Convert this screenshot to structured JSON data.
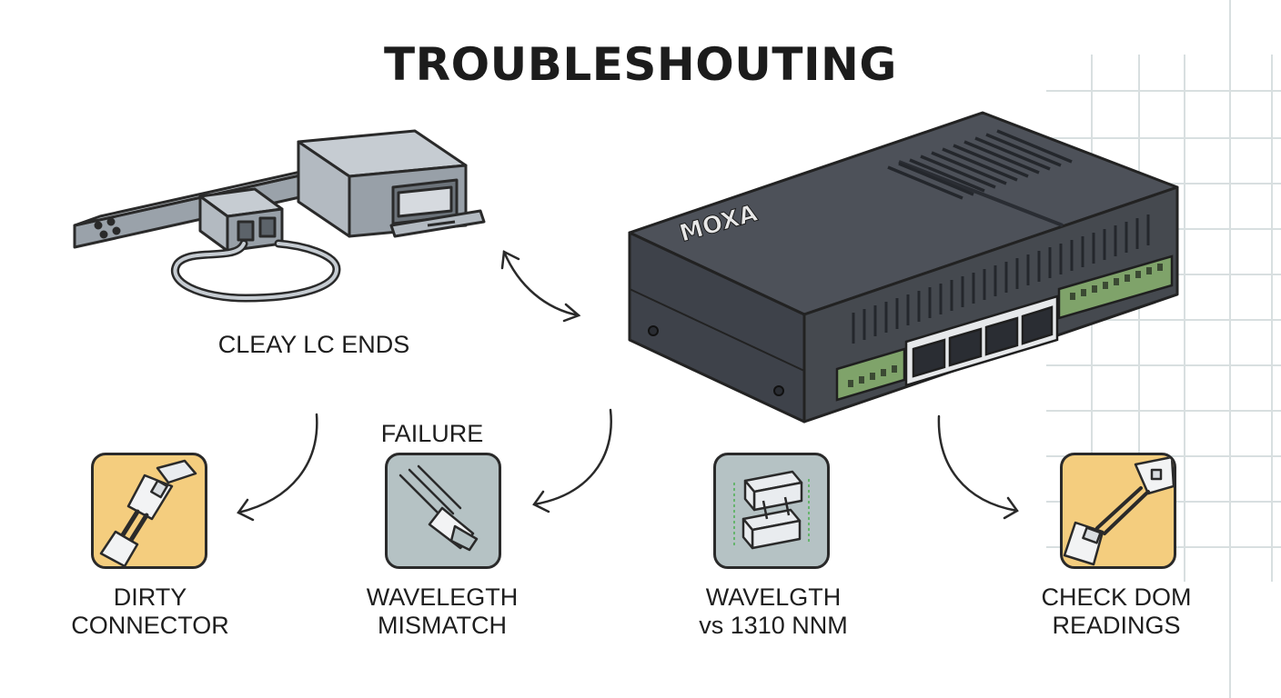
{
  "title": "TROUBLESHOUTING",
  "device": {
    "brand": "MOXA"
  },
  "labels": {
    "lc_ends": "CLEAY LC ENDS",
    "failure": "FAILURE",
    "dirty_line1": "DIRTY",
    "dirty_line2": "CONNECTOR",
    "mismatch_line1": "WAVELEGTH",
    "mismatch_line2": "MISMATCH",
    "wavelength_line1": "WAVELGTH",
    "wavelength_line2": "vs 1310 NNM",
    "dom_line1": "CHECK DOM",
    "dom_line2": "READINGS"
  },
  "colors": {
    "device_body": "#4d5159",
    "device_dark": "#3a3e45",
    "terminal_green": "#7fa36a",
    "tile_yellow": "#f4cd7e",
    "tile_gray": "#b5c2c4",
    "line": "#2a2a2a",
    "grid": "#d8dfe0"
  },
  "icons": {
    "connector": "fiber-connector-icon",
    "switch": "industrial-switch-icon",
    "dirty": "dirty-connector-icon",
    "mismatch": "wavelength-mismatch-icon",
    "wavelength": "wavelength-icon",
    "dom": "dom-readings-icon"
  }
}
